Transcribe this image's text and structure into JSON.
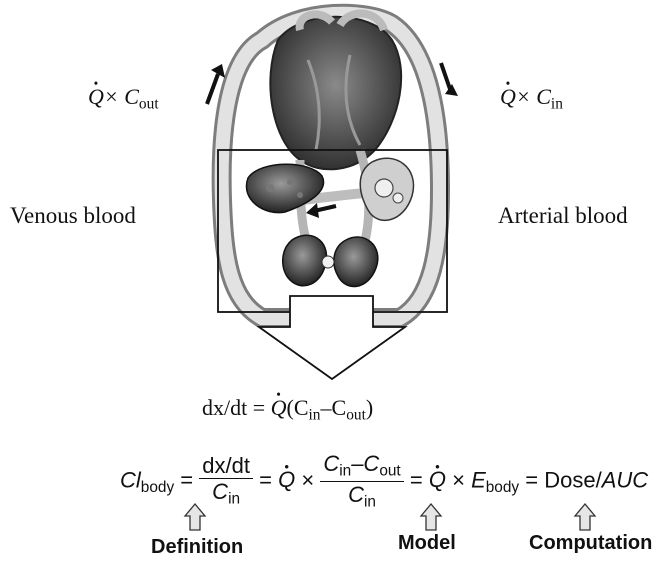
{
  "labels": {
    "flow_out_prefix": "Q",
    "flow_out_rest": "× C",
    "flow_out_sub": "out",
    "flow_in_prefix": "Q",
    "flow_in_rest": "× C",
    "flow_in_sub": "in",
    "venous": "Venous blood",
    "arterial": "Arterial blood"
  },
  "mass_balance": {
    "lhs": "dx/dt = ",
    "q": "Q",
    "open": "(C",
    "in_sub": "in",
    "minus": "–C",
    "out_sub": "out",
    "close": ")"
  },
  "clearance_eq": {
    "cl": "Cl",
    "cl_sub": "body",
    "eq1": "=",
    "frac1_num": "dx/dt",
    "frac1_den": "C",
    "frac1_den_sub": "in",
    "eq2": "=",
    "q1": "Q",
    "times1": "×",
    "frac2_num_a": "C",
    "frac2_num_a_sub": "in",
    "frac2_num_minus": "–C",
    "frac2_num_b_sub": "out",
    "frac2_den": "C",
    "frac2_den_sub": "in",
    "eq3": "=",
    "q2": "Q",
    "times2": "×",
    "e": "E",
    "e_sub": "body",
    "eq4": "=",
    "dose": "Dose/",
    "auc": "AUC"
  },
  "annotations": {
    "definition": "Definition",
    "model": "Model",
    "computation": "Computation"
  },
  "colors": {
    "vessel_fill": "#dcdcdc",
    "organ_dark": "#3a3a3a",
    "heart_red": "#555555",
    "hollow_arrow_fill": "#e6e6e6"
  }
}
